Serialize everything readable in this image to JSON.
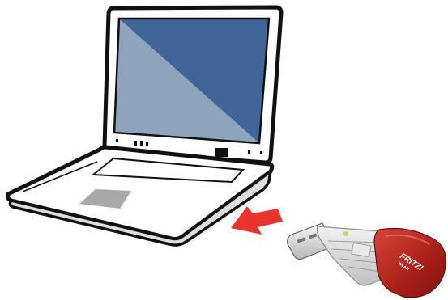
{
  "illustration": {
    "items": [
      "laptop",
      "insert-arrow",
      "usb-wlan-stick"
    ]
  },
  "stick": {
    "brand_logo_text": "FRITZ!",
    "logo_subtext": "WLAN"
  },
  "colors": {
    "outline": "#111111",
    "screen_dark": "#3f6696",
    "screen_light": "#8ea3bc",
    "touchpad": "#a9a9a9",
    "arrow": "#e8352b",
    "stick_red": "#b3261e",
    "stick_body": "#dcdcdc"
  }
}
